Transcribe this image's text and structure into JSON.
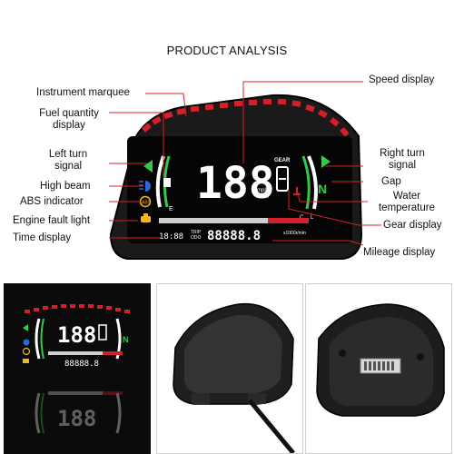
{
  "title": "PRODUCT ANALYSIS",
  "labels": {
    "speed_display": "Speed display",
    "instrument_marquee": "Instrument marquee",
    "fuel_quantity_1": "Fuel quantity",
    "fuel_quantity_2": "display",
    "left_turn_1": "Left turn",
    "left_turn_2": "signal",
    "high_beam": "High beam",
    "abs_indicator": "ABS indicator",
    "engine_fault": "Engine fault light",
    "time_display": "Time display",
    "right_turn_1": "Right turn",
    "right_turn_2": "signal",
    "gap": "Gap",
    "water_temp_1": "Water",
    "water_temp_2": "temperature",
    "gear_display": "Gear display",
    "mileage_display": "Mileage display"
  },
  "dash": {
    "speed": "188",
    "speed_unit_1": "mph",
    "speed_unit_2": "km/h",
    "gear_label": "GEAR",
    "gear_value": "N",
    "mileage": "88888.8",
    "trip": "TRIP",
    "odo": "ODO",
    "time": "18:88",
    "rpm_label": "x1000r/min",
    "temp_c": "C",
    "temp_l": "L"
  },
  "small": {
    "speed": "188",
    "mileage": "88888.8",
    "gear_value": "N"
  },
  "colors": {
    "marquee_red": "#d4202a",
    "accent_green": "#34c94b",
    "amber": "#f3b51b",
    "blue_icon": "#2d66d8",
    "line_red": "#d8202a"
  }
}
